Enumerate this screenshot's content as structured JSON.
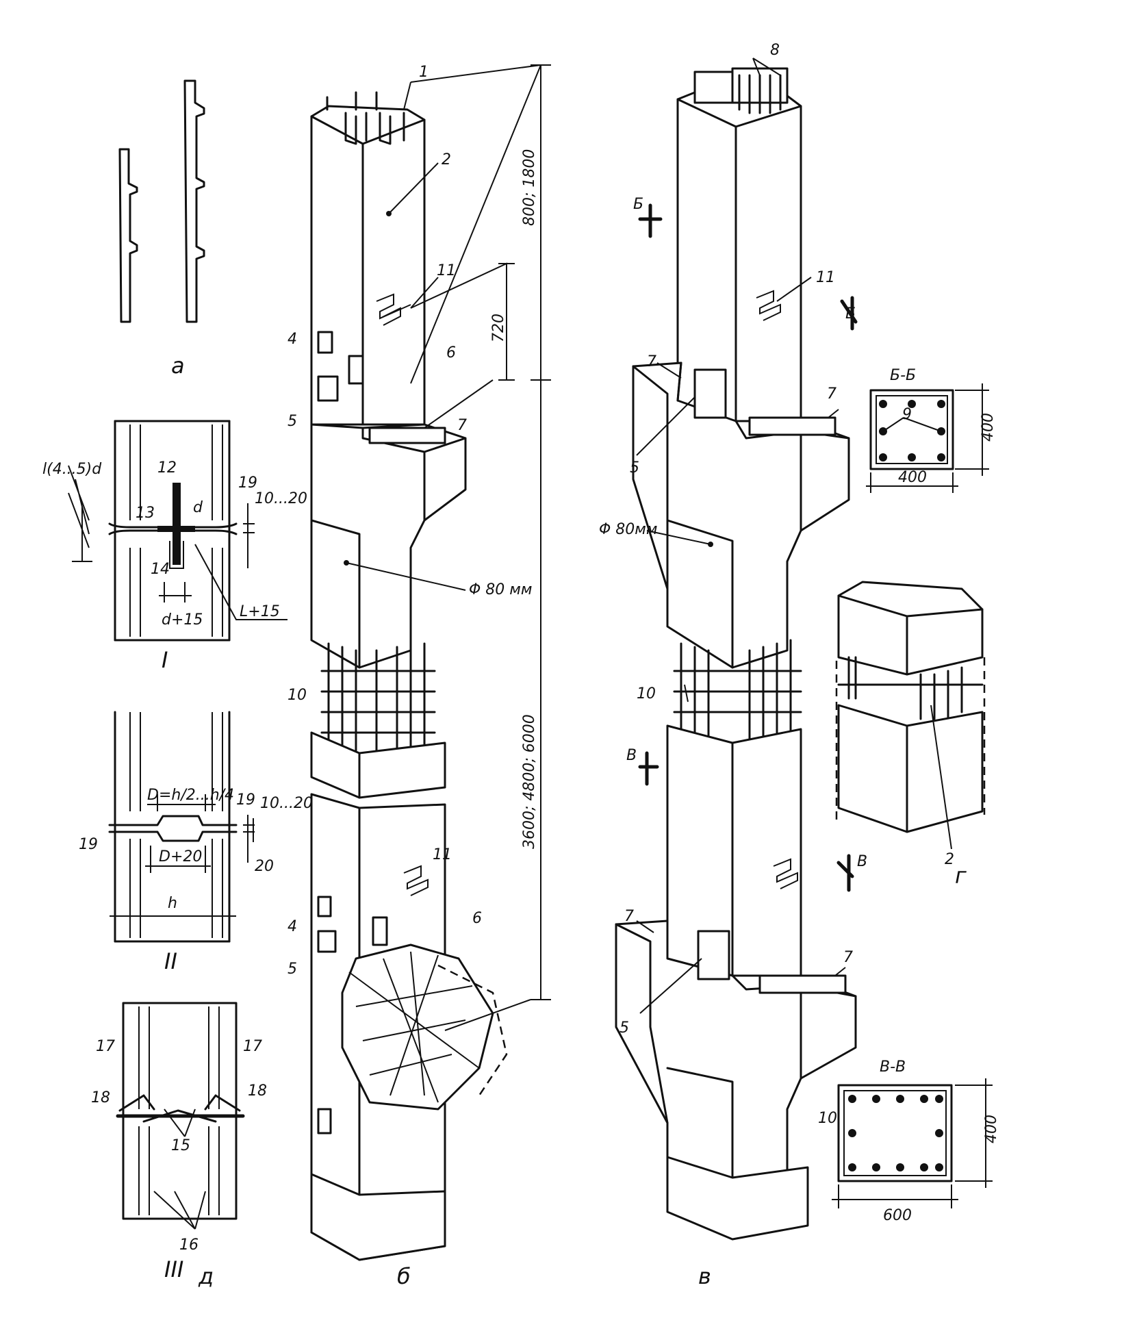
{
  "figure": {
    "panel_labels": {
      "a": "а",
      "b": "б",
      "v": "в",
      "g": "г",
      "d": "д",
      "I": "I",
      "II": "II",
      "III": "III"
    },
    "callouts": {
      "n1": "1",
      "n2": "2",
      "n4": "4",
      "n5": "5",
      "n6": "6",
      "n7": "7",
      "n8": "8",
      "n9": "9",
      "n10": "10",
      "n11": "11",
      "n12": "12",
      "n13": "13",
      "n14": "14",
      "n15": "15",
      "n16": "16",
      "n17": "17",
      "n18": "18",
      "n19": "19"
    },
    "dimensions": {
      "top_segment": "800; 1800",
      "main_segment": "3600; 4800; 6000",
      "spacing": "720",
      "hole_b": "Φ 80 мм",
      "hole_v": "Φ 80мм",
      "section_bb_width": "400",
      "section_bb_height": "400",
      "section_vv_width": "600",
      "section_vv_height": "400"
    },
    "section_titles": {
      "bb": "Б-Б",
      "vv": "В-В",
      "b_mark": "Б",
      "v_mark": "В"
    },
    "detail_I": {
      "lap": "l(4...5)d",
      "d": "d",
      "gap": "10...20",
      "d15": "d+15",
      "l15": "L+15"
    },
    "detail_II": {
      "D": "D=h/2...h/4",
      "D20": "D+20",
      "h": "h",
      "dim20": "20",
      "dim1020": "10...20"
    }
  }
}
